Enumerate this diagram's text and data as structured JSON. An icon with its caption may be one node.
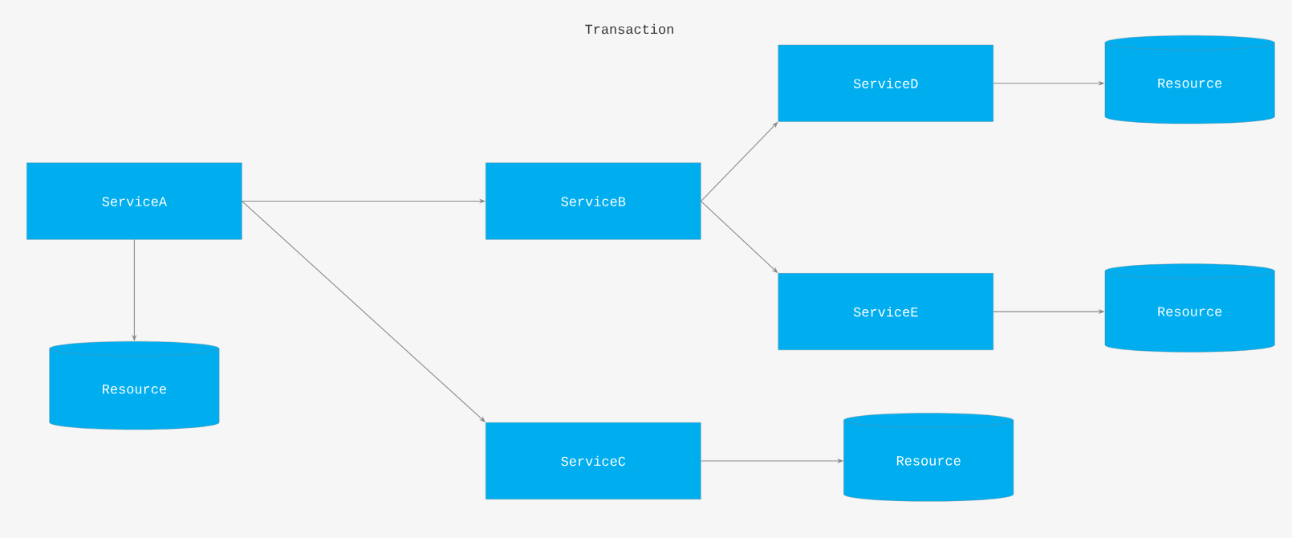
{
  "diagram": {
    "title": "Transaction",
    "nodes": [
      {
        "text": [
          "ServiceA"
        ]
      },
      {
        "text": [
          "ServiceB"
        ]
      },
      {
        "text": [
          "ServiceC"
        ]
      },
      {
        "text": [
          "ServiceD"
        ]
      },
      {
        "text": [
          "ServiceE"
        ]
      },
      {
        "text": [
          "Resource"
        ]
      },
      {
        "text": [
          "Resource"
        ]
      },
      {
        "text": [
          "Resource"
        ]
      },
      {
        "text": [
          "Resource"
        ]
      }
    ],
    "edges": [
      {
        "from": 0,
        "to": 1,
        "arrow": "to"
      },
      {
        "from": 0,
        "to": 2,
        "arrow": "to"
      },
      {
        "from": 0,
        "to": 5,
        "arrow": "to"
      },
      {
        "from": 1,
        "to": 3,
        "arrow": "to"
      },
      {
        "from": 1,
        "to": 4,
        "arrow": "to"
      },
      {
        "from": 3,
        "to": 6,
        "arrow": "to"
      },
      {
        "from": 4,
        "to": 7,
        "arrow": "to"
      },
      {
        "from": 2,
        "to": 8,
        "arrow": "to"
      }
    ]
  }
}
